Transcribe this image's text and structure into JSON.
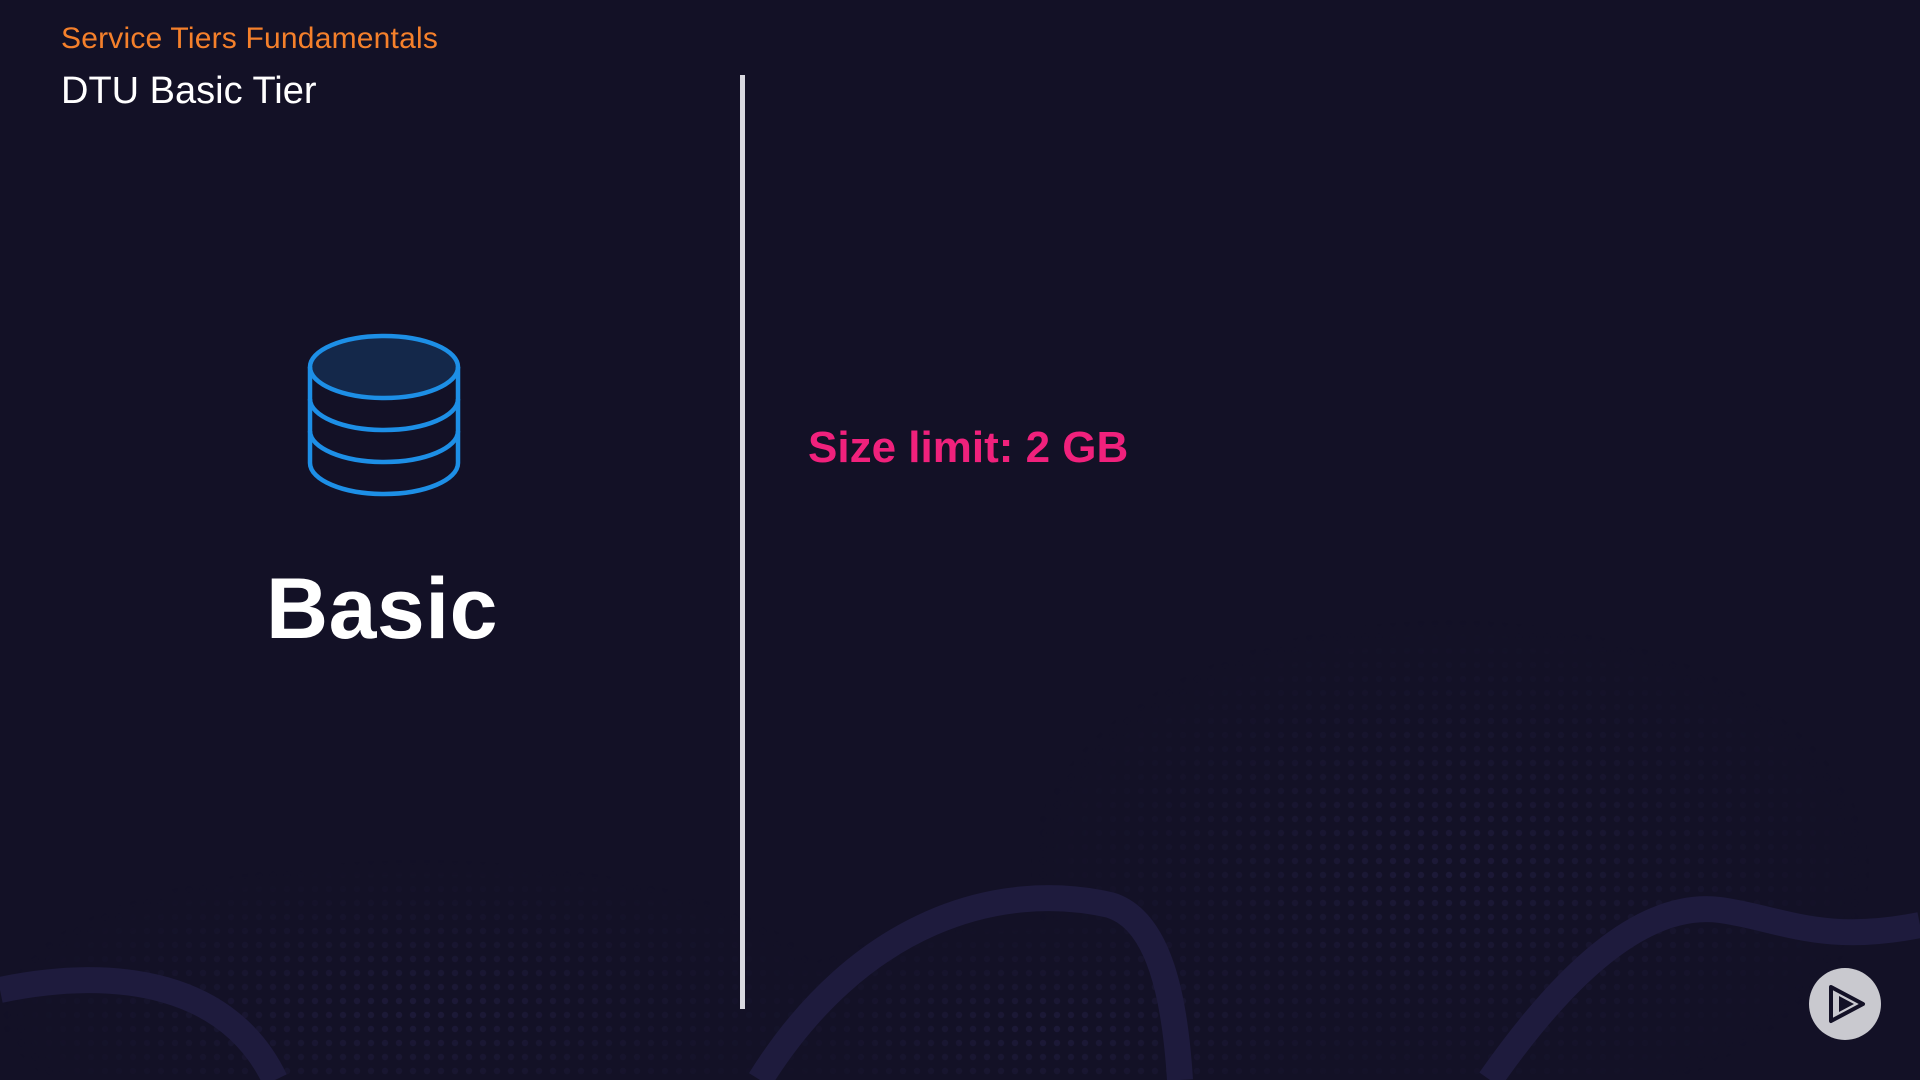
{
  "slide": {
    "module_title": "Service Tiers Fundamentals",
    "slide_title": "DTU Basic Tier",
    "tier_icon": "database-icon",
    "tier_name": "Basic",
    "size_limit": "Size limit: 2 GB"
  },
  "controls": {
    "play_icon": "play-logo-icon"
  },
  "colors": {
    "background": "#131126",
    "module_title": "#f5802b",
    "slide_title": "#ffffff",
    "icon_stroke": "#1d8fe6",
    "size_limit": "#f0217c",
    "divider": "#d9d9e0"
  }
}
